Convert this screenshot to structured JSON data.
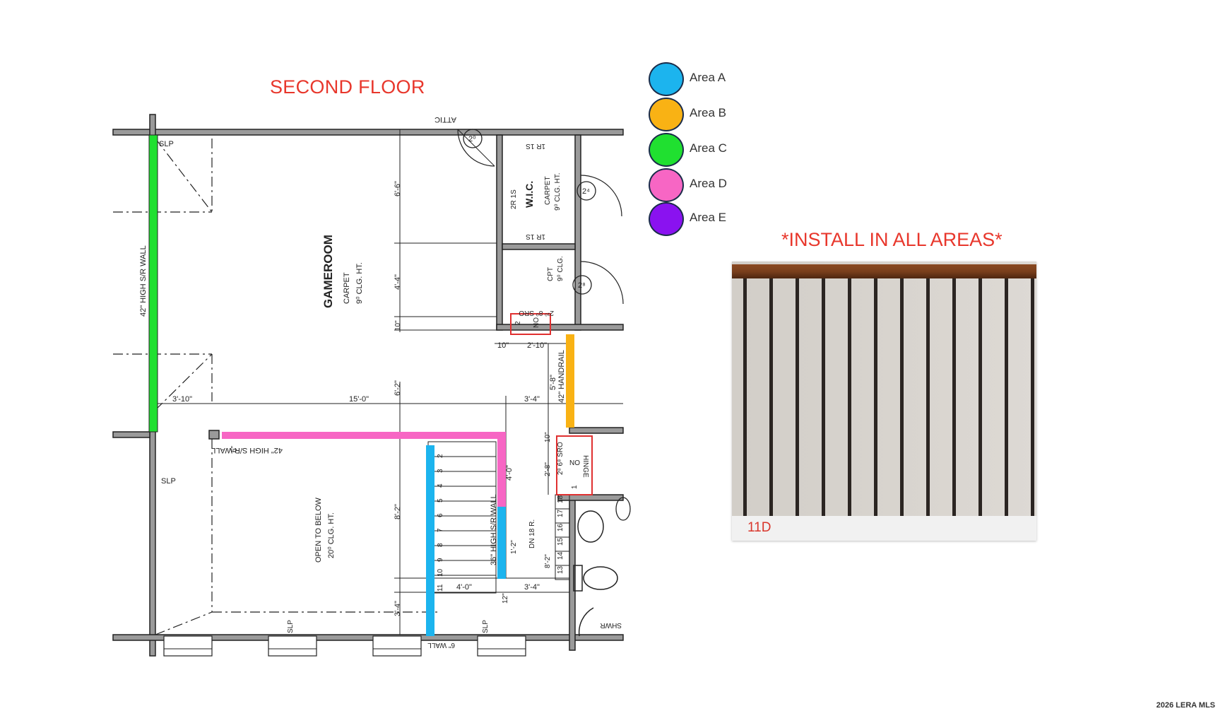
{
  "floor_title": "SECOND FLOOR",
  "install_note": "*INSTALL IN ALL AREAS*",
  "legend": [
    {
      "label": "Area A",
      "color": "#1cb4ee"
    },
    {
      "label": "Area B",
      "color": "#f9b214"
    },
    {
      "label": "Area C",
      "color": "#20e030"
    },
    {
      "label": "Area D",
      "color": "#f766c4"
    },
    {
      "label": "Area E",
      "color": "#8a12f0"
    }
  ],
  "railing_sample": {
    "code": "11D"
  },
  "watermark": "2026 LERA MLS",
  "plan": {
    "rooms": {
      "gameroom": {
        "name": "GAMEROOM",
        "finish": "CARPET",
        "ceiling": "9⁰ CLG. HT."
      },
      "wic": {
        "name": "W.I.C.",
        "finish": "CARPET",
        "ceiling": "9⁰ CLG. HT."
      },
      "closet": {
        "finish": "CPT",
        "ceiling": "9⁰ CLG."
      },
      "open_below": {
        "name": "OPEN TO BELOW",
        "ceiling": "20⁰ CLG. HT."
      },
      "attic": "ATTIC"
    },
    "wall_notes": {
      "left_wall": "42\" HIGH S/R WALL",
      "mid_wall": "42\" HIGH S/R WALL",
      "stair_wall": "36\" HIGH S/R WALL",
      "handrail": "42\" HANDRAIL",
      "half_wall": "6\" WALL"
    },
    "door_tags": [
      "2⁰",
      "2⁴",
      "2⁸"
    ],
    "labels": {
      "slp": "SLP",
      "shelf_1r1s": "1R 1S",
      "shelf_2r1s": "2R 1S",
      "sro": "2¹⁰ 8⁰ SRO",
      "sro2": "2⁸ 6⁸ SRO",
      "hinge": "HINGE",
      "dn": "DN 18 R.",
      "shwr": "SHWR",
      "no": "NO",
      "stair_no_1": "1",
      "stair_no_2": "2"
    },
    "dimensions": {
      "d_6_6": "6'-6\"",
      "d_4_4": "4'-4\"",
      "d_10a": "10\"",
      "d_6_2": "6'-2\"",
      "d_8_2": "8'-2\"",
      "d_3_4a": "3'-4\"",
      "d_3_10": "3'-10\"",
      "d_15_0": "15'-0\"",
      "d_3_4b": "3'-4\"",
      "d_6": "6\"",
      "d_10b": "10\"",
      "d_2_10": "2'-10\"",
      "d_5_8": "5'-8\"",
      "d_4_0a": "4'-0\"",
      "d_1_2": "1'-2\"",
      "d_4_0b": "4'-0\"",
      "d_12": "12\"",
      "d_3_4c": "3'-4\"",
      "d_8_2b": "8'-2\"",
      "d_2_8": "2'-8\"",
      "d_10c": "10\""
    },
    "stair_numbers": [
      "18",
      "17",
      "16",
      "15",
      "14",
      "13"
    ],
    "stair_numbers_left": [
      "2",
      "3",
      "4",
      "5",
      "6",
      "7",
      "8",
      "9",
      "10",
      "11"
    ]
  }
}
